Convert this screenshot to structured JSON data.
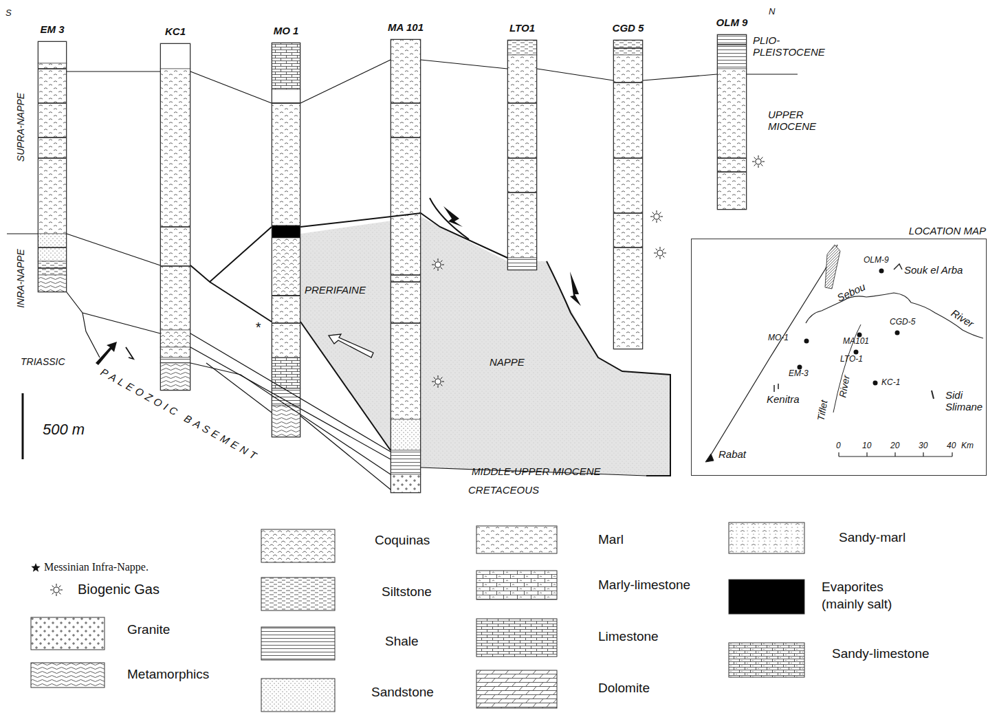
{
  "diagram": {
    "nodes": [
      {
        "text": [
          "EM 3"
        ]
      },
      {
        "text": [
          "KC1"
        ]
      },
      {
        "text": [
          "MO 1"
        ]
      },
      {
        "text": [
          "MA 101"
        ]
      },
      {
        "text": [
          "LTO1"
        ]
      },
      {
        "text": [
          "CGD 5"
        ]
      },
      {
        "text": [
          "OLM 9"
        ]
      },
      {
        "text": [
          "LOCATION MAP"
        ]
      }
    ],
    "edges": [
      {
        "from": 0,
        "to": 1,
        "arrow": "none"
      },
      {
        "from": 1,
        "to": 2,
        "arrow": "none"
      },
      {
        "from": 2,
        "to": 3,
        "arrow": "none"
      },
      {
        "from": 3,
        "to": 4,
        "arrow": "none"
      },
      {
        "from": 4,
        "to": 5,
        "arrow": "none"
      },
      {
        "from": 5,
        "to": 6,
        "arrow": "none"
      }
    ],
    "labels": [
      "S",
      "N",
      "SUPRA-NAPPE",
      "INRA-NAPPE",
      "PLIO- PLEISTOCENE",
      "UPPER MIOCENE",
      "PRERIFAINE",
      "NAPPE",
      "TRIASSIC",
      "PALEOZOIC BASEMENT",
      "500 m",
      "MIDDLE-UPPER MIOCENE",
      "CRETACEOUS",
      "*",
      "OLM-9",
      "Souk el Arba",
      "Sebou",
      "River",
      "CGD-5",
      "MO-1",
      "MA101",
      "EM-3",
      "LTO-1",
      "KC-1",
      "Kenitra",
      "Tiflet",
      "River",
      "Sidi Slimane",
      "Rabat",
      "0",
      "10",
      "20",
      "30",
      "40",
      "Km"
    ],
    "legend": [
      {
        "text": "Messinian Infra-Nappe."
      },
      {
        "text": "Biogenic Gas"
      },
      {
        "text": "Granite"
      },
      {
        "text": "Metamorphics"
      },
      {
        "text": "Coquinas"
      },
      {
        "text": "Siltstone"
      },
      {
        "text": "Shale"
      },
      {
        "text": "Sandstone"
      },
      {
        "text": "Marl"
      },
      {
        "text": "Marly-limestone"
      },
      {
        "text": "Limestone"
      },
      {
        "text": "Dolomite"
      },
      {
        "text": "Sandy-marl"
      },
      {
        "text": "Evaporites (mainly salt)",
        "color": "#000000"
      },
      {
        "text": "Sandy-limestone"
      }
    ]
  }
}
